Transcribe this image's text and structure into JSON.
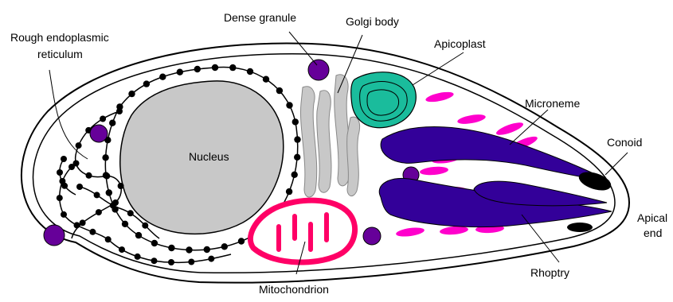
{
  "labels": {
    "rough_er_line1": "Rough endoplasmic",
    "rough_er_line2": "reticulum",
    "dense_granule": "Dense granule",
    "golgi_body": "Golgi body",
    "apicoplast": "Apicoplast",
    "microneme": "Microneme",
    "conoid": "Conoid",
    "apical_end_line1": "Apical",
    "apical_end_line2": "end",
    "nucleus": "Nucleus",
    "mitochondrion": "Mitochondrion",
    "rhoptry": "Rhoptry"
  },
  "colors": {
    "membrane": "#000000",
    "nucleus": "#c8c8c8",
    "golgi": "#c8c8c8",
    "dense_granule": "#660099",
    "apicoplast": "#1abc9c",
    "microneme": "#ff00cc",
    "rhoptry": "#330099",
    "mitochondrion": "#ff0066",
    "ribosome": "#000000"
  }
}
